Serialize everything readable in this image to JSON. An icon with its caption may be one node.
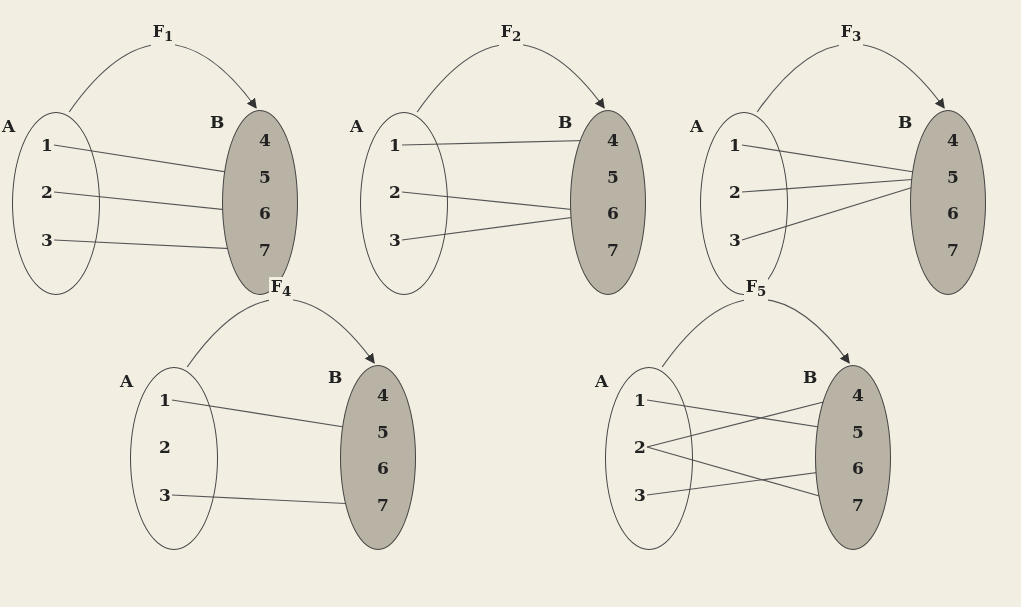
{
  "diagram": {
    "nodes": [
      {
        "text": [
          "A"
        ]
      },
      {
        "text": [
          "1"
        ],
        "in": 0
      },
      {
        "text": [
          "2"
        ],
        "in": 0
      },
      {
        "text": [
          "3"
        ],
        "in": 0
      },
      {
        "text": [
          "B"
        ]
      },
      {
        "text": [
          "4"
        ],
        "in": 4
      },
      {
        "text": [
          "5"
        ],
        "in": 4
      },
      {
        "text": [
          "6"
        ],
        "in": 4
      },
      {
        "text": [
          "7"
        ],
        "in": 4
      },
      {
        "text": [
          "A"
        ]
      },
      {
        "text": [
          "1"
        ],
        "in": 9
      },
      {
        "text": [
          "2"
        ],
        "in": 9
      },
      {
        "text": [
          "3"
        ],
        "in": 9
      },
      {
        "text": [
          "B"
        ]
      },
      {
        "text": [
          "4"
        ],
        "in": 13
      },
      {
        "text": [
          "5"
        ],
        "in": 13
      },
      {
        "text": [
          "6"
        ],
        "in": 13
      },
      {
        "text": [
          "7"
        ],
        "in": 13
      },
      {
        "text": [
          "A"
        ]
      },
      {
        "text": [
          "1"
        ],
        "in": 18
      },
      {
        "text": [
          "2"
        ],
        "in": 18
      },
      {
        "text": [
          "3"
        ],
        "in": 18
      },
      {
        "text": [
          "B"
        ]
      },
      {
        "text": [
          "4"
        ],
        "in": 22
      },
      {
        "text": [
          "5"
        ],
        "in": 22
      },
      {
        "text": [
          "6"
        ],
        "in": 22
      },
      {
        "text": [
          "7"
        ],
        "in": 22
      },
      {
        "text": [
          "A"
        ]
      },
      {
        "text": [
          "1"
        ],
        "in": 27
      },
      {
        "text": [
          "2"
        ],
        "in": 27
      },
      {
        "text": [
          "3"
        ],
        "in": 27
      },
      {
        "text": [
          "B"
        ]
      },
      {
        "text": [
          "4"
        ],
        "in": 31
      },
      {
        "text": [
          "5"
        ],
        "in": 31
      },
      {
        "text": [
          "6"
        ],
        "in": 31
      },
      {
        "text": [
          "7"
        ],
        "in": 31
      },
      {
        "text": [
          "A"
        ]
      },
      {
        "text": [
          "1"
        ],
        "in": 36
      },
      {
        "text": [
          "2"
        ],
        "in": 36
      },
      {
        "text": [
          "3"
        ],
        "in": 36
      },
      {
        "text": [
          "B"
        ]
      },
      {
        "text": [
          "4"
        ],
        "in": 40
      },
      {
        "text": [
          "5"
        ],
        "in": 40
      },
      {
        "text": [
          "6"
        ],
        "in": 40
      },
      {
        "text": [
          "7"
        ],
        "in": 40
      }
    ],
    "edges": [
      {
        "from": 0,
        "to": 4,
        "arrow": "to",
        "label": "F$_{1}$"
      },
      {
        "from": 1,
        "to": 6,
        "arrow": "none"
      },
      {
        "from": 2,
        "to": 7,
        "arrow": "none"
      },
      {
        "from": 3,
        "to": 8,
        "arrow": "none"
      },
      {
        "from": 9,
        "to": 13,
        "arrow": "to",
        "label": "F$_{2}$"
      },
      {
        "from": 10,
        "to": 14,
        "arrow": "none"
      },
      {
        "from": 11,
        "to": 16,
        "arrow": "none"
      },
      {
        "from": 12,
        "to": 16,
        "arrow": "none"
      },
      {
        "from": 18,
        "to": 22,
        "arrow": "to",
        "label": "F$_{3}$"
      },
      {
        "from": 19,
        "to": 24,
        "arrow": "none"
      },
      {
        "from": 20,
        "to": 24,
        "arrow": "none"
      },
      {
        "from": 21,
        "to": 24,
        "arrow": "none"
      },
      {
        "from": 27,
        "to": 31,
        "arrow": "to",
        "label": "F$_{4}$"
      },
      {
        "from": 28,
        "to": 33,
        "arrow": "none"
      },
      {
        "from": 30,
        "to": 35,
        "arrow": "none"
      },
      {
        "from": 36,
        "to": 40,
        "arrow": "to",
        "label": "F$_{5}$"
      },
      {
        "from": 37,
        "to": 42,
        "arrow": "none"
      },
      {
        "from": 38,
        "to": 41,
        "arrow": "none"
      },
      {
        "from": 38,
        "to": 44,
        "arrow": "none"
      },
      {
        "from": 39,
        "to": 43,
        "arrow": "none"
      }
    ]
  }
}
